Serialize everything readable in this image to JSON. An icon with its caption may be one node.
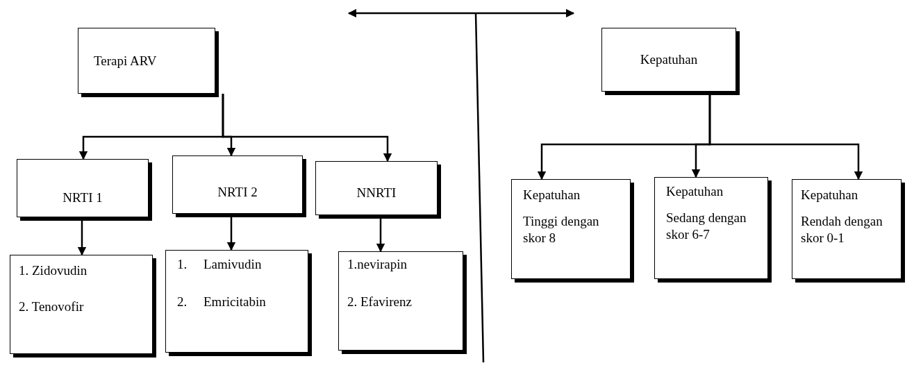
{
  "diagram": {
    "nodes": [
      {
        "text": [
          "Terapi ARV"
        ]
      },
      {
        "text": [
          "NRTI 1"
        ]
      },
      {
        "text": [
          "NRTI 2"
        ]
      },
      {
        "text": [
          "NNRTI"
        ]
      },
      {
        "text": [
          "1. Zidovudin",
          "2. Tenovofir"
        ]
      },
      {
        "text": [
          "1.     Lamivudin",
          "2.     Emricitabin"
        ]
      },
      {
        "text": [
          "1.nevirapin",
          "2. Efavirenz"
        ]
      },
      {
        "text": [
          "Kepatuhan"
        ]
      },
      {
        "text": [
          "Kepatuhan",
          "Tinggi dengan skor 8"
        ]
      },
      {
        "text": [
          "Kepatuhan",
          "Sedang dengan skor 6-7"
        ]
      },
      {
        "text": [
          "Kepatuhan",
          "Rendah dengan skor 0-1"
        ]
      }
    ],
    "edges": [
      {
        "from": 0,
        "to": 1,
        "arrow": "to"
      },
      {
        "from": 0,
        "to": 2,
        "arrow": "to"
      },
      {
        "from": 0,
        "to": 3,
        "arrow": "to"
      },
      {
        "from": 1,
        "to": 4,
        "arrow": "to"
      },
      {
        "from": 2,
        "to": 5,
        "arrow": "to"
      },
      {
        "from": 3,
        "to": 6,
        "arrow": "to"
      },
      {
        "from": 7,
        "to": 8,
        "arrow": "to"
      },
      {
        "from": 7,
        "to": 9,
        "arrow": "to"
      },
      {
        "from": 7,
        "to": 10,
        "arrow": "to"
      }
    ]
  }
}
